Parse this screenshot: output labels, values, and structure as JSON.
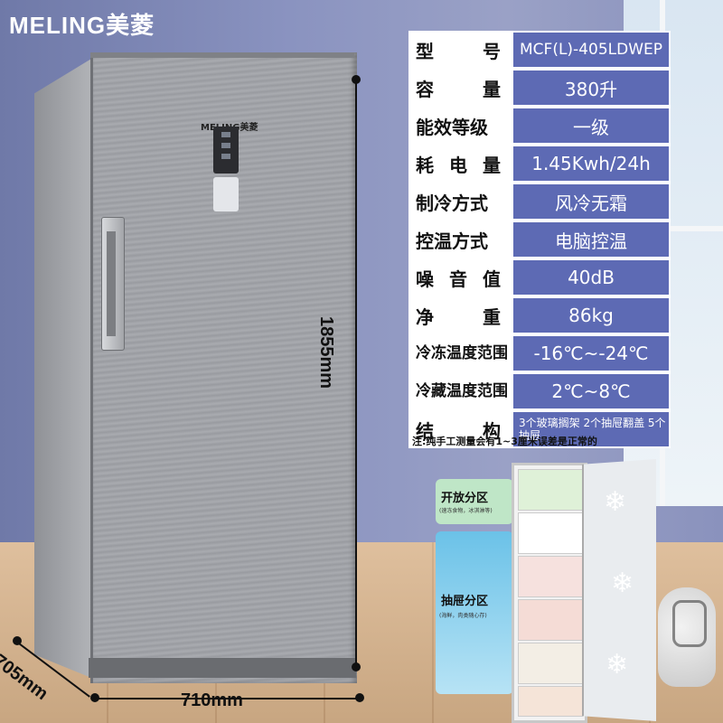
{
  "brand": {
    "logo_text": "MELING美菱",
    "fridge_logo_text": "MELING美菱"
  },
  "dimensions": {
    "height": "1855mm",
    "width": "710mm",
    "depth": "705mm"
  },
  "specs": [
    {
      "key": "型号",
      "value": "MCF(L)-405LDWEP"
    },
    {
      "key": "容量",
      "value": "380升"
    },
    {
      "key": "能效等级",
      "value": "一级"
    },
    {
      "key": "耗电量",
      "value": "1.45Kwh/24h"
    },
    {
      "key": "制冷方式",
      "value": "风冷无霜"
    },
    {
      "key": "控温方式",
      "value": "电脑控温"
    },
    {
      "key": "噪音值",
      "value": "40dB"
    },
    {
      "key": "净重",
      "value": "86kg"
    },
    {
      "key": "冷冻温度范围",
      "value": "-16℃~-24℃"
    },
    {
      "key": "冷藏温度范围",
      "value": "2℃~8℃"
    },
    {
      "key": "结构",
      "value": "3个玻璃搁架 2个抽屉翻盖 5个抽屉"
    }
  ],
  "note": "注:纯手工测量会有1~3厘米误差是正常的",
  "zones": {
    "open": {
      "title": "开放分区",
      "subtitle": "(速冻食物，冰淇淋等)"
    },
    "drawer": {
      "title": "抽屉分区",
      "subtitle": "(海鲜，肉类随心存)"
    }
  }
}
